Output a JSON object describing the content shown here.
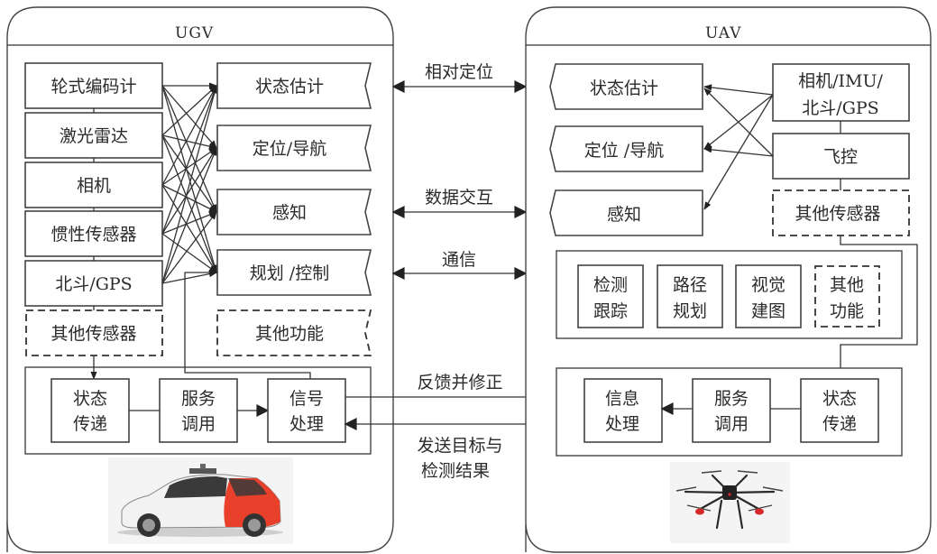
{
  "ugv": {
    "title": "UGV",
    "sensors": [
      "轮式编码计",
      "激光雷达",
      "相机",
      "惯性传感器",
      "北斗/GPS"
    ],
    "other_sensors": "其他传感器",
    "functions": [
      "状态估计",
      "定位/导航",
      "感知",
      "规划 /控制"
    ],
    "other_function": "其他功能",
    "comm": {
      "state_transfer": [
        "状态",
        "传递"
      ],
      "service_call": [
        "服务",
        "调用"
      ],
      "signal_processing": [
        "信号",
        "处理"
      ]
    },
    "image": "autonomous-car"
  },
  "uav": {
    "title": "UAV",
    "functions": [
      "状态估计",
      "定位 /导航",
      "感知"
    ],
    "sensor_block": [
      "相机/IMU/",
      "北斗/GPS"
    ],
    "flight_control": "飞控",
    "other_sensors": "其他传感器",
    "modules": [
      [
        "检测",
        "跟踪"
      ],
      [
        "路径",
        "规划"
      ],
      [
        "视觉",
        "建图"
      ],
      [
        "其他",
        "功能"
      ]
    ],
    "comm": {
      "info_processing": [
        "信息",
        "处理"
      ],
      "service_call": [
        "服务",
        "调用"
      ],
      "state_transfer": [
        "状态",
        "传递"
      ]
    },
    "image": "hexacopter-drone"
  },
  "links": {
    "relative_positioning": "相对定位",
    "data_exchange": "数据交互",
    "communication": "通信",
    "feedback": "反馈并修正",
    "send_results": [
      "发送目标与",
      "检测结果"
    ]
  },
  "colors": {
    "line": "#333333",
    "car_accent": "#e8402a",
    "drone_accent": "#d42a2a"
  }
}
